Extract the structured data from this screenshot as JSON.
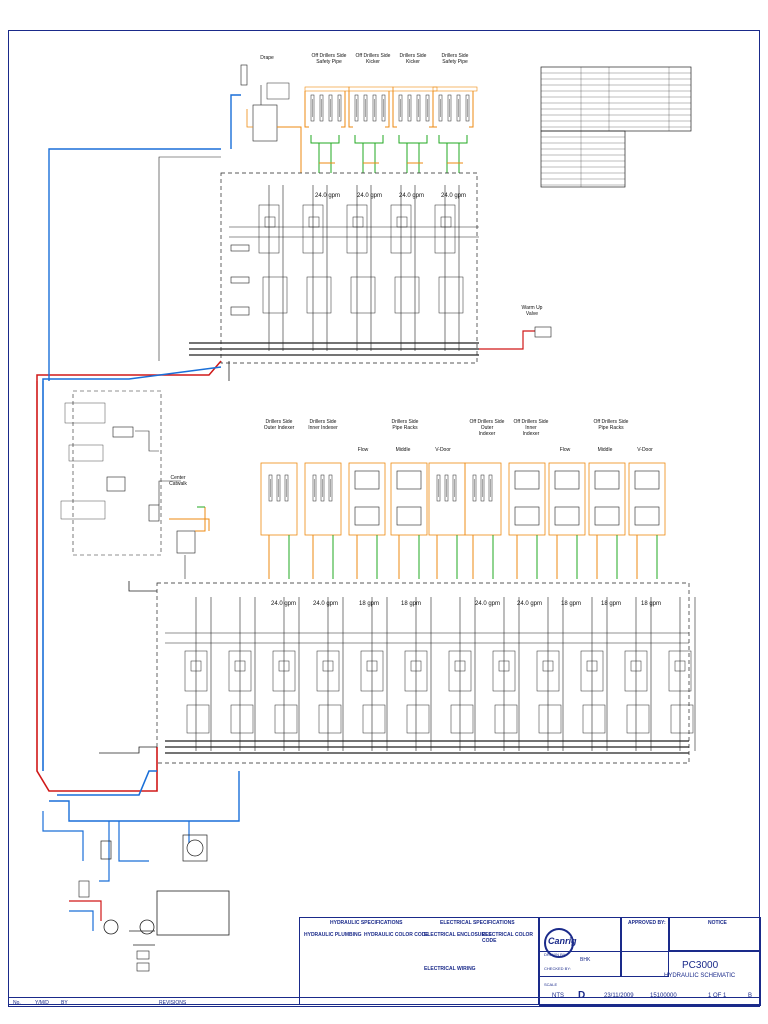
{
  "top_labels": {
    "drape": "Drape",
    "odss_safety_pipe_1": "Off Drillers Side\nSafety Pipe",
    "odss_kicker": "Off Drillers Side\nKicker",
    "dss_kicker": "Drillers Side\nKicker",
    "dss_safety_pipe": "Drillers Side\nSafety Pipe",
    "warm_up_valve": "Warm Up\nValve",
    "center_catwalk": "Center Catwalk"
  },
  "bottom_labels": {
    "dss_outer_indexer": "Drillers Side\nOuter Indexer",
    "dss_inner_indexer": "Drillers Side\nInner Indexer",
    "dss_pipe_racks": "Drillers Side\nPipe Racks",
    "flow": "Flow",
    "middle": "Middle",
    "v_door": "V-Door",
    "odss_outer_indexer": "Off Drillers Side\nOuter\nIndexer",
    "odss_inner_indexer": "Off Drillers Side\nInner\nIndexer",
    "odss_pipe_racks": "Off Drillers Side\nPipe Racks",
    "flow2": "Flow",
    "middle2": "Middle",
    "v_door2": "V-Door"
  },
  "flows": {
    "top": [
      "24.0 gpm",
      "24.0 gpm",
      "24.0 gpm",
      "24.0 gpm"
    ],
    "bottom": [
      "24.0 gpm",
      "24.0 gpm",
      "18 gpm",
      "18 gpm",
      "24.0 gpm",
      "24.0 gpm",
      "18 gpm",
      "18 gpm",
      "18 gpm"
    ]
  },
  "title_block": {
    "hydraulic_specifications": "HYDRAULIC SPECIFICATIONS",
    "electrical_specifications": "ELECTRICAL SPECIFICATIONS",
    "hydraulic_plumbing": "HYDRAULIC PLUMBING",
    "hydraulic_color_code": "HYDRAULIC COLOR CODE",
    "electrical_enclosures": "ELECTRICAL ENCLOSURES",
    "electrical_color_code": "ELECTRICAL COLOR CODE",
    "electrical_wiring": "ELECTRICAL WIRING",
    "company": "Canrig",
    "approved_by": "APPROVED BY:",
    "notice": "NOTICE",
    "drawn_by": "DRAWN BY:",
    "checked_by": "CHECKED BY:",
    "drawn_by_value": "BHK",
    "project": "PC3000",
    "drawing_title": "HYDRAULIC SCHEMATIC",
    "scale_label": "SCALE",
    "scale_value": "NTS",
    "size_value": "D",
    "date_value": "23/11/2009",
    "drawing_no": "15100000",
    "sheet": "1 OF 1",
    "rev": "B"
  },
  "revisions_bar": {
    "no": "No.",
    "ymd": "Y/M/D",
    "by": "BY",
    "revisions": "REVISIONS"
  },
  "colors": {
    "border": "#1a2a8a",
    "pressure": "#d01818",
    "return": "#1a6fd8",
    "pilot": "#ee8a10",
    "case_drain": "#22aa22",
    "lines": "#222222"
  }
}
